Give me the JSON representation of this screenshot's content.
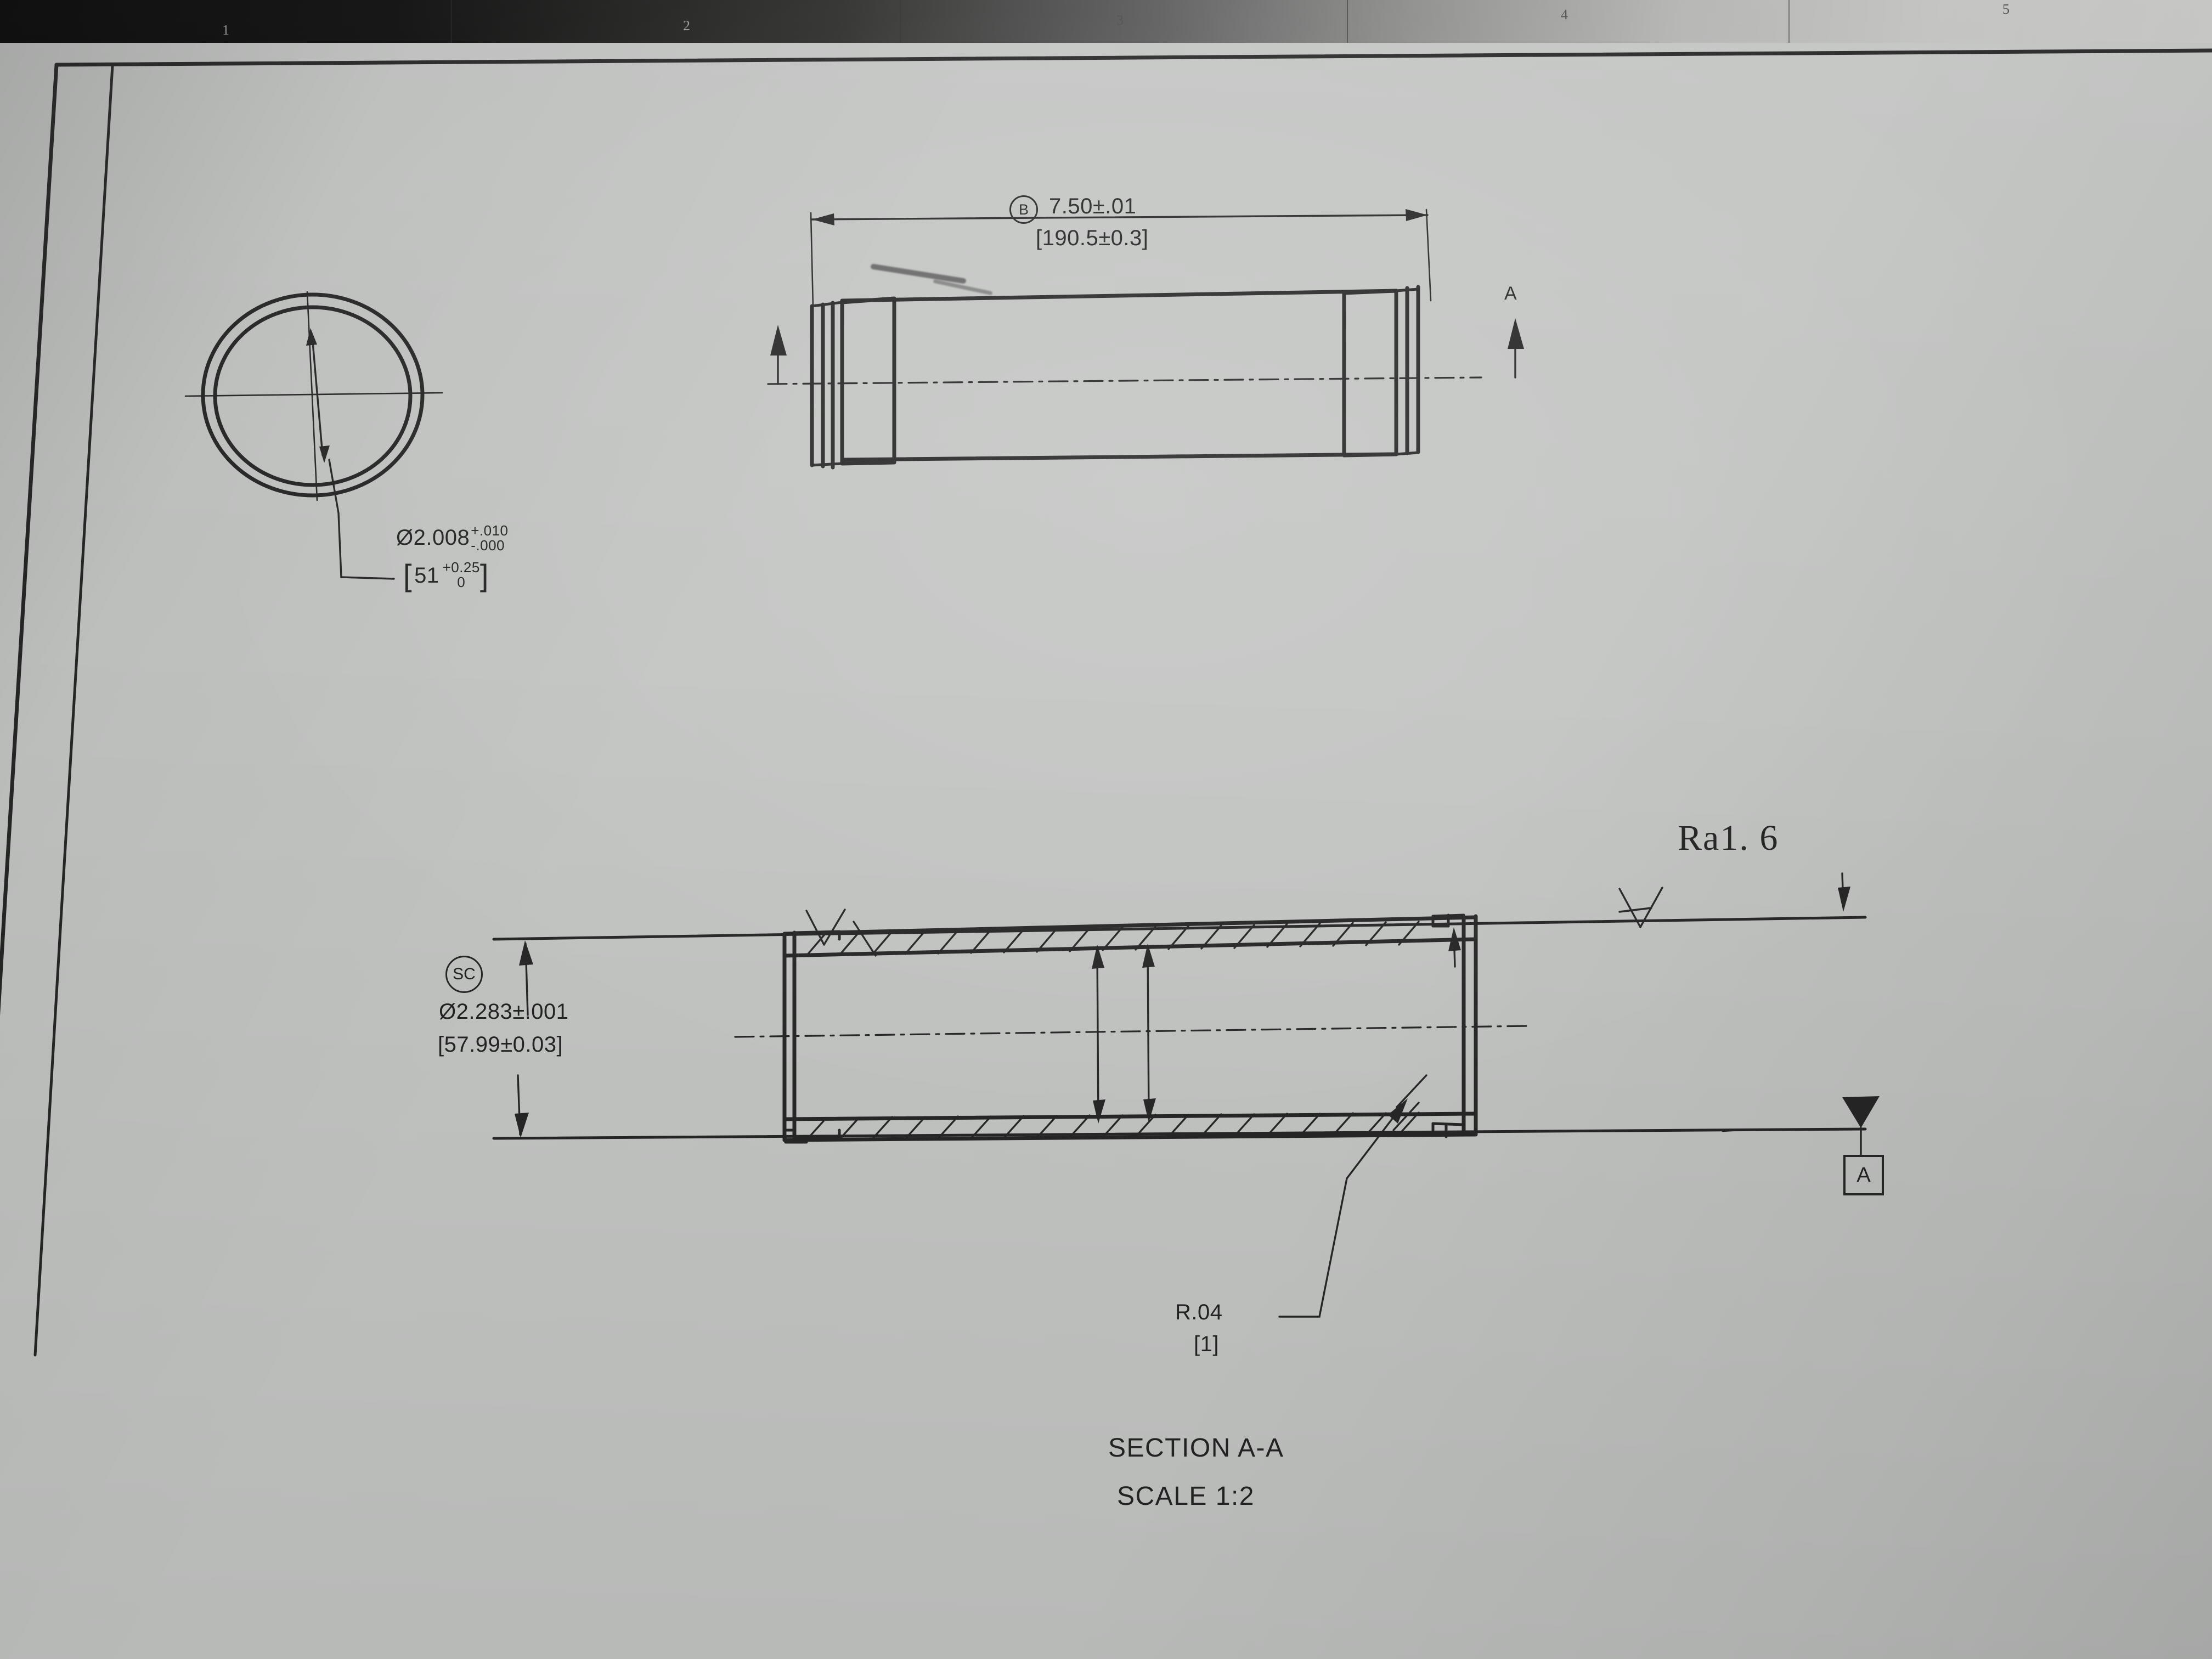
{
  "sheet": {
    "zones": [
      "1",
      "2",
      "3",
      "4",
      "5"
    ],
    "paper_color": "#c4c6c4",
    "ink_color": "#262626"
  },
  "end_view": {
    "name": "end-view-circle",
    "diameter_callout": {
      "symbol": "Ø",
      "nominal": "2.008",
      "tol_upper": "+.010",
      "tol_lower": "-.000",
      "metric_open": "[",
      "metric_nominal": "51",
      "metric_upper": "+0.25",
      "metric_lower": "0",
      "metric_close": "]"
    }
  },
  "top_view": {
    "name": "side-elevation-view",
    "length_dim": {
      "feature_control": "B",
      "value": "7.50±.01",
      "metric": "[190.5±0.3]"
    },
    "section_arrow_label": "A"
  },
  "section_view": {
    "title": "SECTION A-A",
    "scale": "SCALE 1:2",
    "diameter_callout": {
      "feature_control": "SC",
      "symbol": "Ø",
      "value": "2.283±.001",
      "metric": "[57.99±0.03]"
    },
    "radius_callout": {
      "value": "R.04",
      "metric": "[1]"
    },
    "surface_finish": "Ra1. 6",
    "datum_label": "A"
  }
}
